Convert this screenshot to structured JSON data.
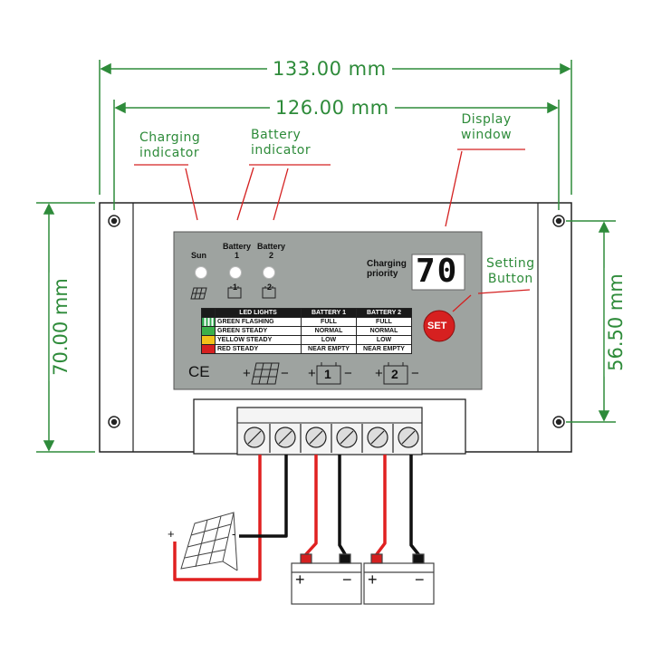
{
  "dimensions": {
    "total_width": "133.00 mm",
    "hole_spacing_width": "126.00 mm",
    "total_height": "70.00 mm",
    "hole_spacing_height": "56.50 mm"
  },
  "callouts": {
    "charging_indicator": "Charging\nindicator",
    "battery_indicator": "Battery\nindicator",
    "display_window": "Display\nwindow",
    "setting_button": "Setting\nButton"
  },
  "panel": {
    "sun_label": "Sun",
    "battery1_label": "Battery\n1",
    "battery2_label": "Battery\n2",
    "charging_priority_label": "Charging\npriority",
    "display_value": "70",
    "set_button": "SET",
    "ce_mark": "CE",
    "battery1_terminal": "1",
    "battery2_terminal": "2"
  },
  "led_table": {
    "headers": [
      "LED LIGHTS",
      "BATTERY 1",
      "BATTERY 2"
    ],
    "rows": [
      {
        "color": "#2fa84f",
        "pattern": "flashing",
        "name": "GREEN FLASHING",
        "b1": "FULL",
        "b2": "FULL"
      },
      {
        "color": "#3bb04a",
        "pattern": "solid",
        "name": "GREEN STEADY",
        "b1": "NORMAL",
        "b2": "NORMAL"
      },
      {
        "color": "#f2c21a",
        "pattern": "solid",
        "name": "YELLOW STEADY",
        "b1": "LOW",
        "b2": "LOW"
      },
      {
        "color": "#d62020",
        "pattern": "solid",
        "name": "RED STEADY",
        "b1": "NEAR EMPTY",
        "b2": "NEAR EMPTY"
      }
    ]
  },
  "wiring": {
    "solar_plus": "+",
    "solar_minus": "-",
    "battery_plus": "+",
    "battery_minus": "−"
  },
  "colors": {
    "dimension_green": "#2e8b3a",
    "callout_line_red": "#d42020",
    "panel_gray": "#9ea3a0",
    "wire_red": "#e02020",
    "wire_black": "#111111"
  }
}
